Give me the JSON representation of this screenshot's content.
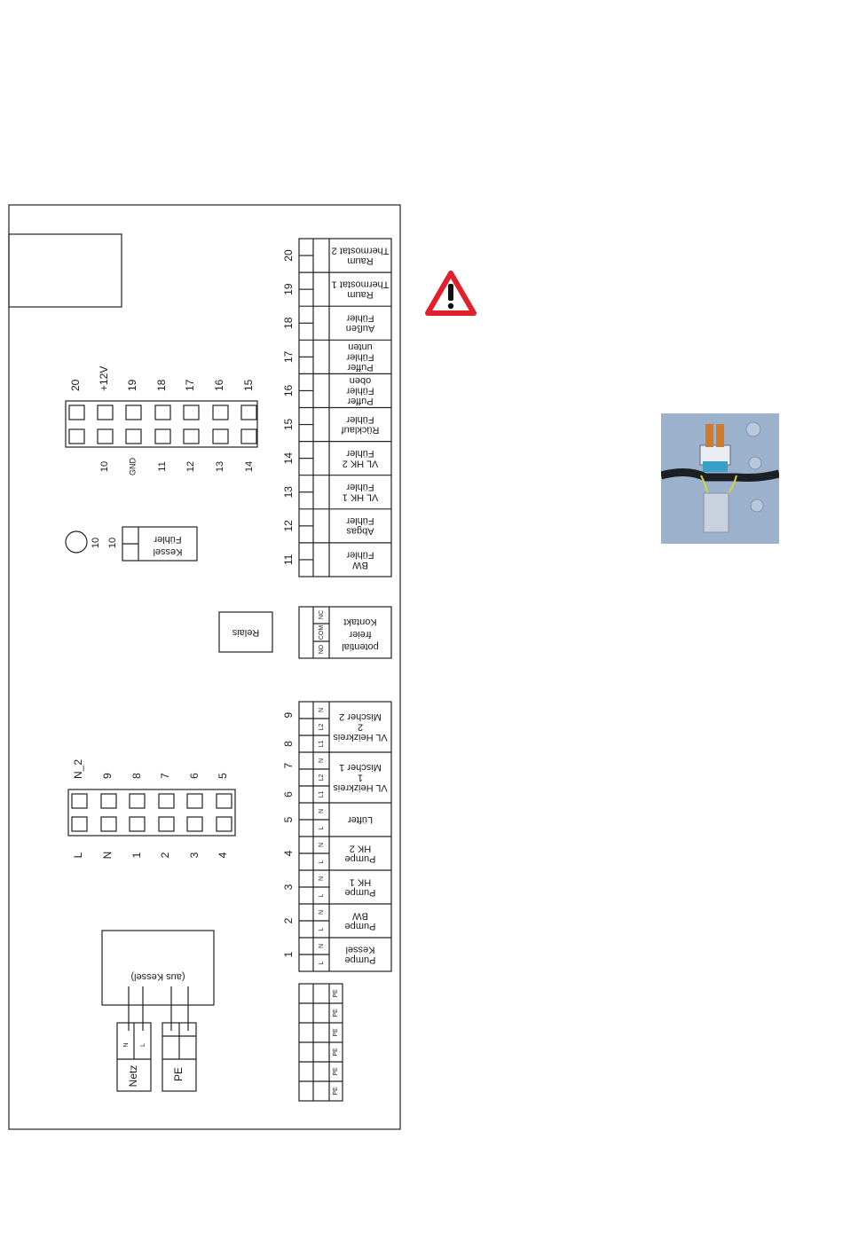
{
  "pin_header_top": {
    "top_labels": [
      "20",
      "+12V",
      "19",
      "18",
      "17",
      "16",
      "15"
    ],
    "bottom_labels": [
      "10",
      "GND",
      "11",
      "12",
      "13",
      "14"
    ]
  },
  "sensor_terminals": [
    {
      "num": "20",
      "lines": [
        "Raum",
        "Thermostat 2"
      ]
    },
    {
      "num": "19",
      "lines": [
        "Raum",
        "Thermostat 1"
      ]
    },
    {
      "num": "18",
      "lines": [
        "Außen",
        "Fühler"
      ]
    },
    {
      "num": "17",
      "lines": [
        "Puffer",
        "Fühler",
        "unten"
      ]
    },
    {
      "num": "16",
      "lines": [
        "Puffer",
        "Fühler",
        "oben"
      ]
    },
    {
      "num": "15",
      "lines": [
        "Rücklauf",
        "Fühler"
      ]
    },
    {
      "num": "14",
      "lines": [
        "VL HK 2",
        "Fühler"
      ]
    },
    {
      "num": "13",
      "lines": [
        "VL HK 1",
        "Fühler"
      ]
    },
    {
      "num": "12",
      "lines": [
        "Abgas",
        "Fühler"
      ]
    },
    {
      "num": "11",
      "lines": [
        "BW",
        "Fühler"
      ]
    }
  ],
  "kessel_sensor": {
    "num_a": "10",
    "num_b": "10",
    "lines": [
      "Kessel",
      "Fühler"
    ]
  },
  "relay": {
    "label": "Relais"
  },
  "potential_free": {
    "lines": [
      "potential",
      "freier",
      "Kontakt"
    ],
    "pins": [
      "NO",
      "COM",
      "NC"
    ]
  },
  "pin_header_bottom": {
    "top_labels": [
      "N_2",
      "9",
      "8",
      "7",
      "6",
      "5"
    ],
    "bottom_labels": [
      "L",
      "N",
      "1",
      "2",
      "3",
      "4"
    ]
  },
  "output_terminals": [
    {
      "nums": [
        "8",
        "9"
      ],
      "pins": [
        "L1",
        "L2",
        "N"
      ],
      "lines": [
        "VL Heizkreis",
        "2",
        "Mischer 2"
      ]
    },
    {
      "nums": [
        "6",
        "7"
      ],
      "pins": [
        "L1",
        "L2",
        "N"
      ],
      "lines": [
        "VL Heizkreis",
        "1",
        "Mischer 1"
      ]
    },
    {
      "nums": [
        "5"
      ],
      "pins": [
        "L",
        "N"
      ],
      "lines": [
        "Lüfter"
      ]
    },
    {
      "nums": [
        "4"
      ],
      "pins": [
        "L",
        "N"
      ],
      "lines": [
        "Pumpe",
        "HK 2"
      ]
    },
    {
      "nums": [
        "3"
      ],
      "pins": [
        "L",
        "N"
      ],
      "lines": [
        "Pumpe",
        "HK 1"
      ]
    },
    {
      "nums": [
        "2"
      ],
      "pins": [
        "L",
        "N"
      ],
      "lines": [
        "Pumpe",
        "BW"
      ]
    },
    {
      "nums": [
        "1"
      ],
      "pins": [
        "L",
        "N"
      ],
      "lines": [
        "Pumpe",
        "Kessel"
      ]
    }
  ],
  "pe_terminals": [
    "PE",
    "PE",
    "PE",
    "PE",
    "PE",
    "PE"
  ],
  "mains": {
    "source_label": "(aus Kessel)",
    "netz_label": "Netz",
    "netz_pins": [
      "N",
      "L"
    ],
    "pe_label": "PE"
  },
  "colors": {
    "warning": "#e0202a",
    "line": "#222222",
    "photo_bg": "#8fa6c4"
  },
  "icons": {
    "warning": "warning-triangle-icon"
  }
}
